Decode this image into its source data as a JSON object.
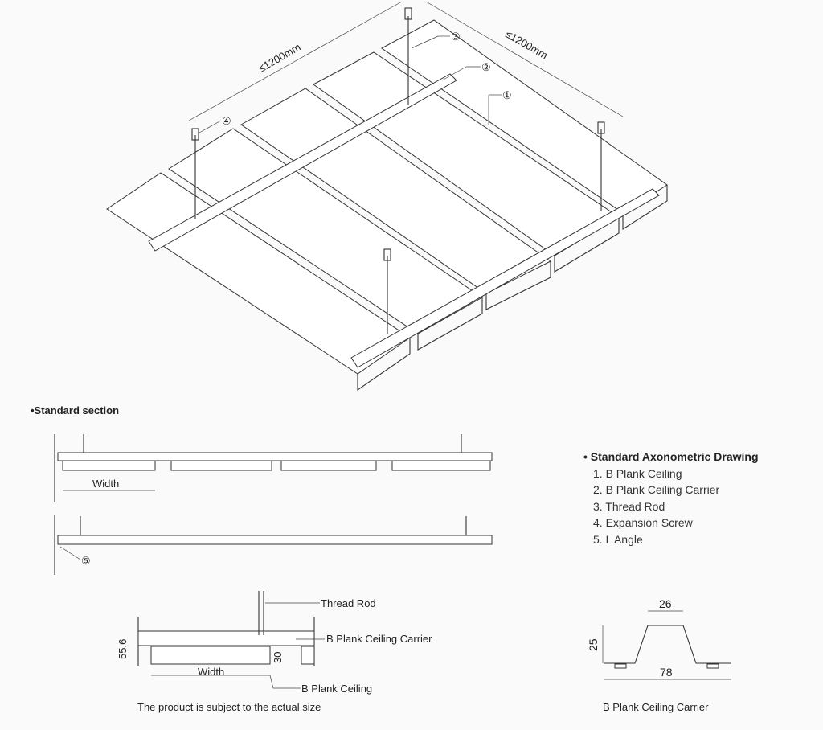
{
  "axonometric": {
    "dimension_left": "≤1200mm",
    "dimension_right": "≤1200mm",
    "callouts": [
      "①",
      "②",
      "③",
      "④",
      "⑤"
    ]
  },
  "standard_section": {
    "title": "•Standard section",
    "width_label": "Width"
  },
  "legend": {
    "title": "• Standard Axonometric Drawing",
    "items": [
      "1. B Plank Ceiling",
      "2. B Plank Ceiling Carrier",
      "3. Thread Rod",
      "4. Expansion Screw",
      "5. L Angle"
    ]
  },
  "detail": {
    "thread_rod": "Thread Rod",
    "carrier": "B Plank Ceiling Carrier",
    "ceiling": "B Plank Ceiling",
    "height_total": "55.6",
    "height_plank": "30",
    "width_label": "Width",
    "note": "The product is subject to the actual size"
  },
  "carrier_profile": {
    "top_width": "26",
    "height": "25",
    "base_width": "78",
    "caption": "B Plank Ceiling Carrier"
  }
}
